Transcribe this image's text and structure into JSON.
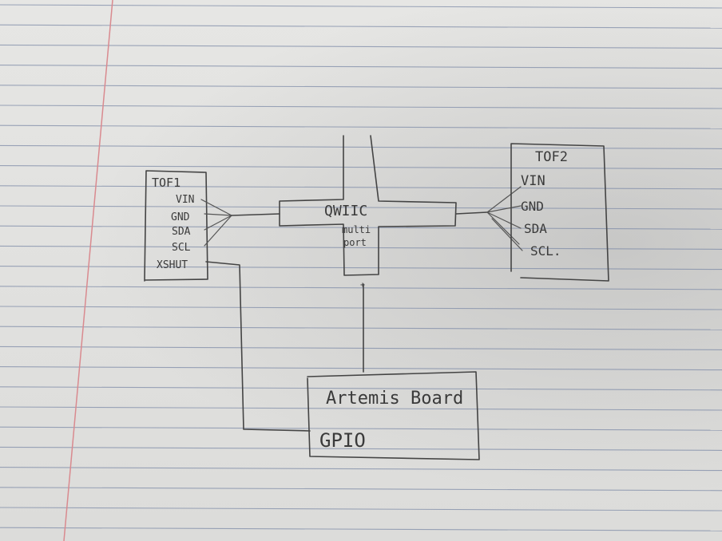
{
  "colors": {
    "paper": "#e2e2e0",
    "rule_line": "#7f8ca8",
    "margin_line": "#d98a8f",
    "ink": "#444444"
  },
  "tof1": {
    "title": "TOF1",
    "pins": [
      "VIN",
      "GND",
      "SDA",
      "SCL",
      "XSHUT"
    ]
  },
  "tof2": {
    "title": "TOF2",
    "pins": [
      "VIN",
      "GND",
      "SDA",
      "SCL."
    ]
  },
  "qwiic": {
    "title": "QWIIC",
    "subtitle_line1": "multi",
    "subtitle_line2": "port"
  },
  "artemis": {
    "title": "Artemis Board",
    "pin": "GPIO"
  }
}
